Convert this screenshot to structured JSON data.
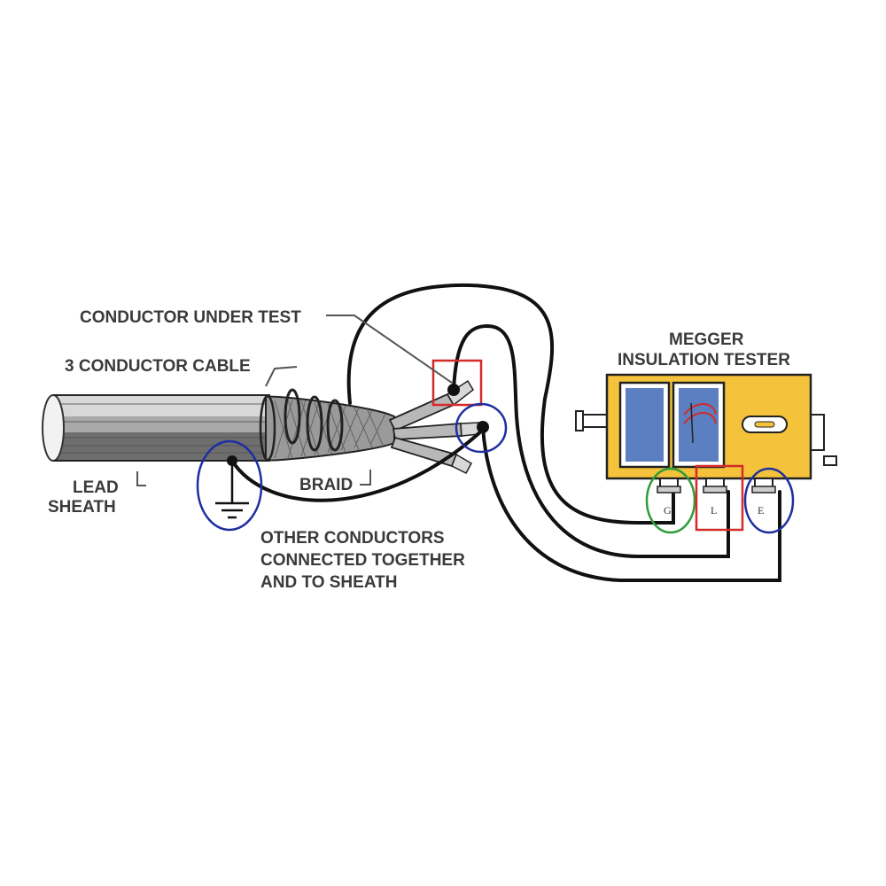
{
  "labels": {
    "conductor_under_test": "CONDUCTOR UNDER TEST",
    "cable": "3 CONDUCTOR CABLE",
    "lead_sheath_1": "LEAD",
    "lead_sheath_2": "SHEATH",
    "braid": "BRAID",
    "other_conductors_1": "OTHER CONDUCTORS",
    "other_conductors_2": "CONNECTED TOGETHER",
    "other_conductors_3": "AND TO SHEATH",
    "megger_1": "MEGGER",
    "megger_2": "INSULATION TESTER"
  },
  "terminals": {
    "guard": "G",
    "line": "L",
    "earth": "E"
  },
  "colors": {
    "tester_body": "#f5c33b",
    "meter_blue": "#5b7fc0",
    "highlight_red": "#d42a2a",
    "highlight_blue": "#1f2fa0",
    "highlight_green": "#2e9c3a",
    "wire": "#111111"
  },
  "icons": [
    "ground-symbol-icon",
    "terminal-g-icon",
    "terminal-l-icon",
    "terminal-e-icon"
  ]
}
